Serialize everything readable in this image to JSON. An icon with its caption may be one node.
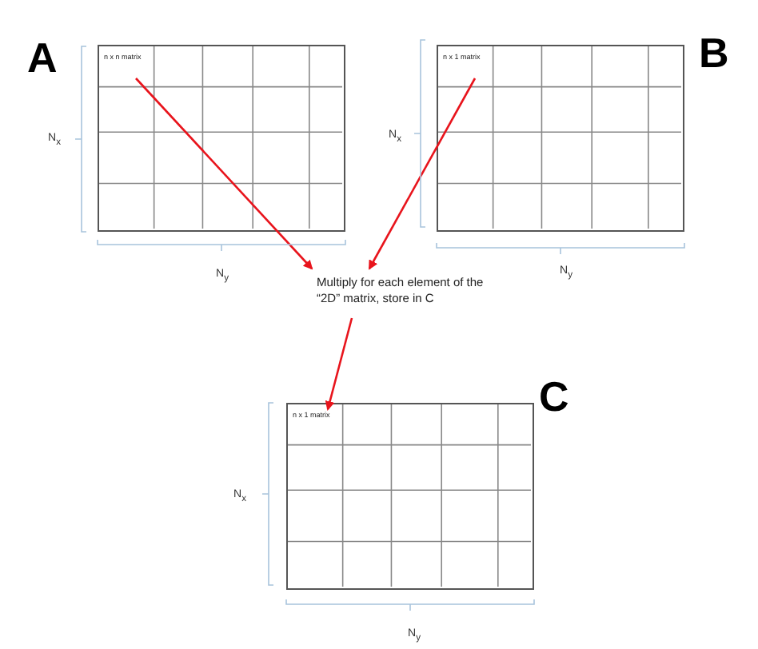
{
  "diagram": {
    "nodes": [
      {
        "text": [
          "n x n matrix"
        ]
      },
      {
        "text": [
          "n x 1 matrix"
        ]
      },
      {
        "text": [
          "Multiply for each element of the “2D” matrix, store in C"
        ]
      },
      {
        "text": [
          "n x 1 matrix"
        ]
      }
    ],
    "edges": [
      {
        "from": 0,
        "to": 2,
        "arrow": "to",
        "color": "#e8141c"
      },
      {
        "from": 1,
        "to": 2,
        "arrow": "to",
        "color": "#e8141c"
      },
      {
        "from": 2,
        "to": 3,
        "arrow": "to",
        "color": "#e8141c"
      }
    ],
    "labels": [
      "A",
      "B",
      "N$_{x}$",
      "N$_{x}$",
      "N$_{y}$",
      "N$_{y}$",
      "C",
      "N$_{x}$",
      "N$_{y}$"
    ]
  }
}
